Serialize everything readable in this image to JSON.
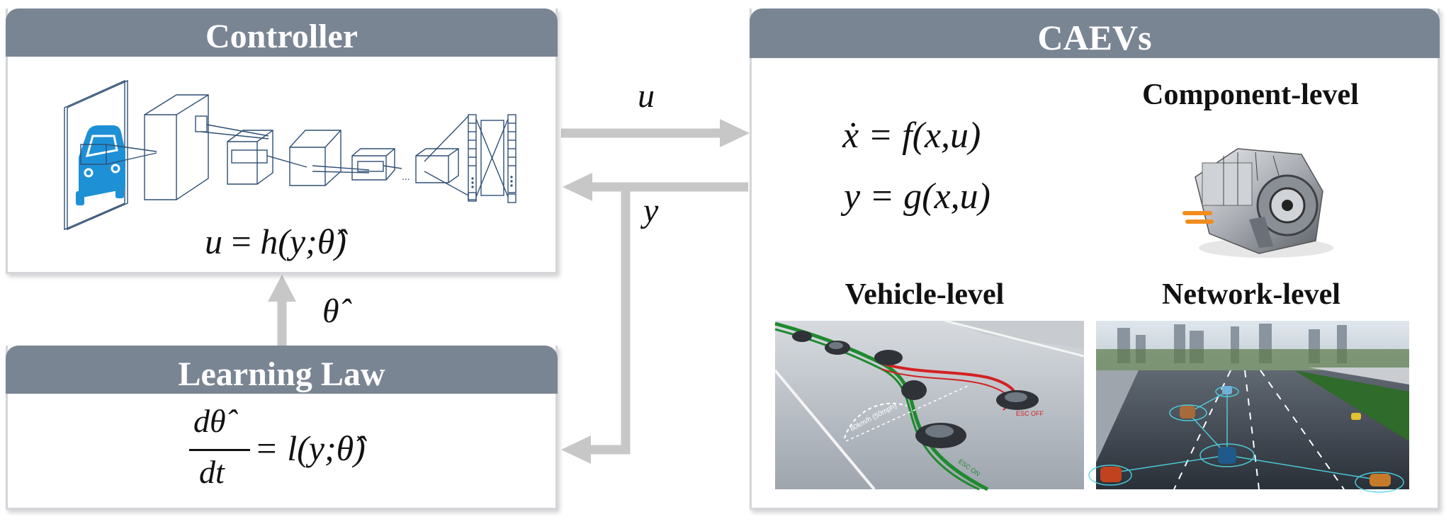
{
  "controller": {
    "title": "Controller",
    "equation": {
      "lhs": "u",
      "eq": "=",
      "rhs": "h(y;θ̂)"
    },
    "cnn_ellipsis": "..."
  },
  "learning_law": {
    "title": "Learning Law",
    "numerator": "dθ̂",
    "denominator": "dt",
    "rhs": "= l(y;θ̂)"
  },
  "caevs": {
    "title": "CAEVs",
    "eq1": {
      "lhs": "ẋ",
      "rhs": "= f(x,u)"
    },
    "eq2": {
      "lhs": "y",
      "rhs": "= g(x,u)"
    },
    "component_label": "Component-level",
    "vehicle_label": "Vehicle-level",
    "network_label": "Network-level",
    "vehicle_image": {
      "speed_text": "80km/h (50mph)",
      "esc_off": "ESC OFF",
      "esc_on": "ESC ON"
    }
  },
  "signals": {
    "u": "u",
    "y": "y",
    "theta_hat": "θ̂"
  },
  "colors": {
    "header": "#7a8594",
    "arrow": "#c7c7c7",
    "border": "#d4d6da",
    "car_icon": "#1e90d6",
    "cnn_lines": "#2f4f74",
    "road_green": "#1f8a2e",
    "road_red": "#d32222"
  }
}
